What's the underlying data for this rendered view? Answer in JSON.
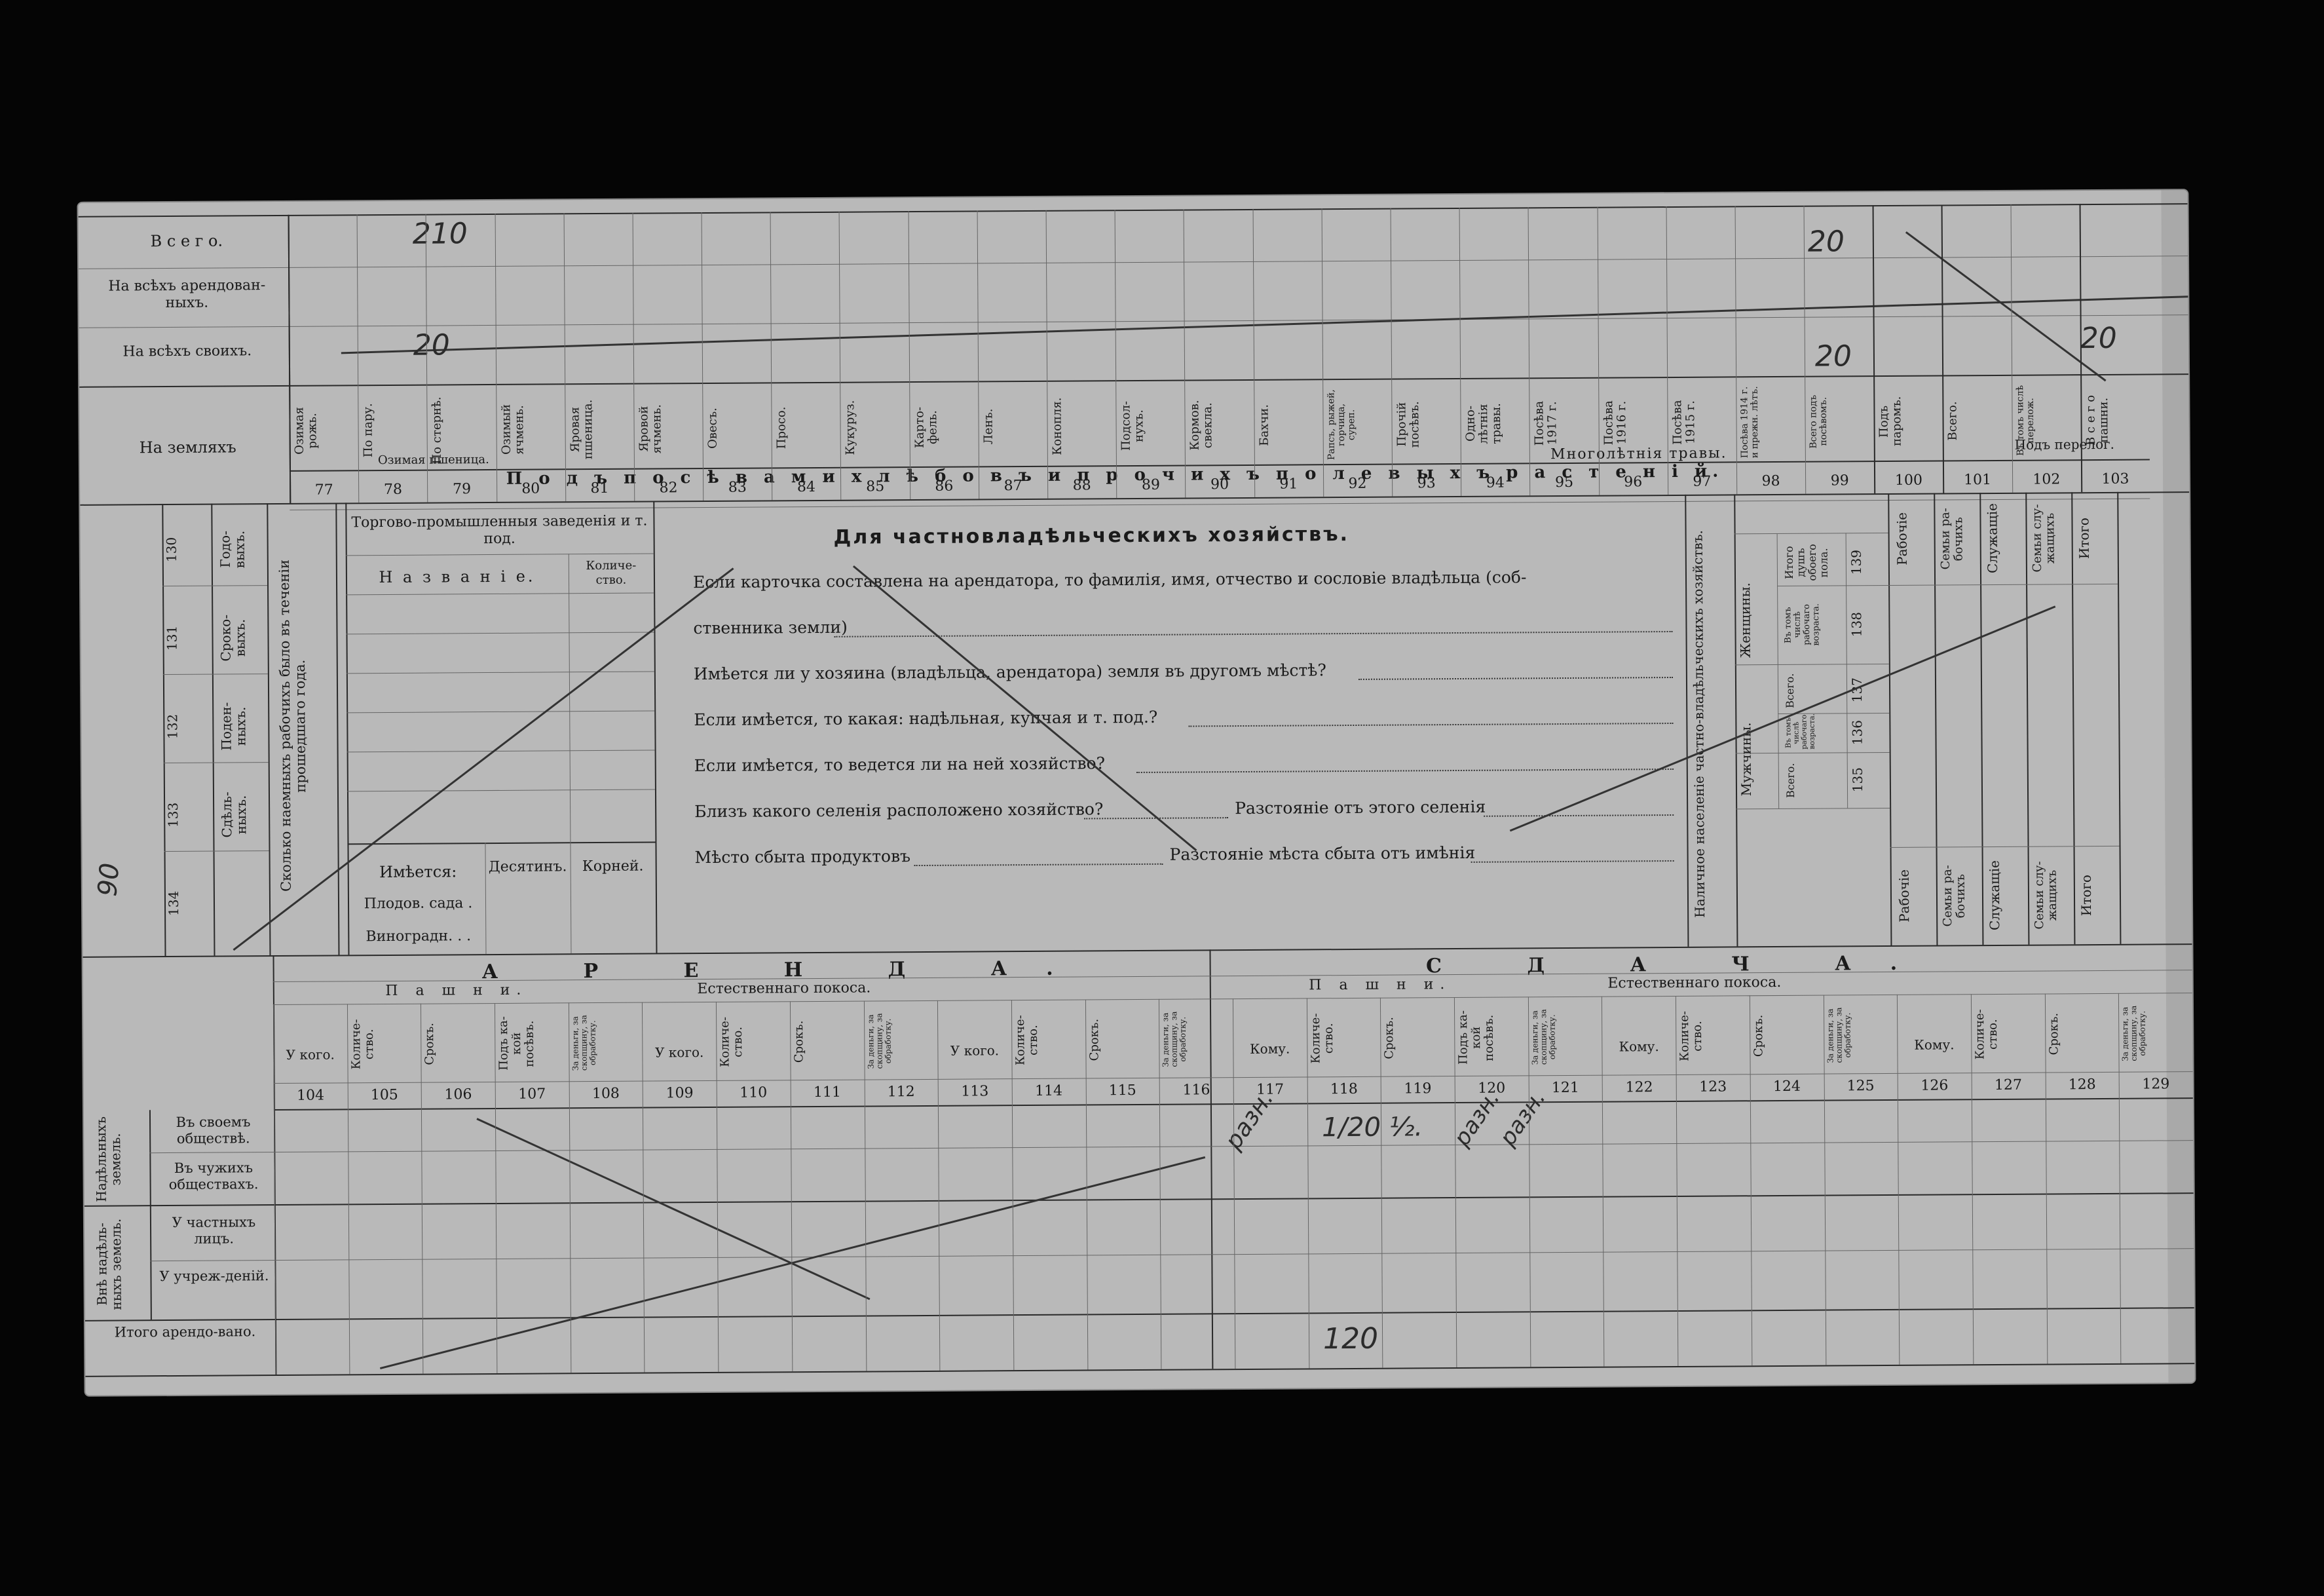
{
  "top_rows": {
    "vsego": "В с е г о.",
    "arend": "На всѣхъ арендован-\nныхъ.",
    "svoi": "На всѣхъ своихъ.",
    "na_zemlyakh": "На земляхъ"
  },
  "crop_headers": [
    {
      "label": "Озимая рожь.",
      "num": "77"
    },
    {
      "label": "По пару.",
      "num": "78"
    },
    {
      "label": "По стернѣ.",
      "num": "79"
    },
    {
      "label": "Озимый ячмень.",
      "num": "80"
    },
    {
      "label": "Яровая пшеница.",
      "num": "81"
    },
    {
      "label": "Яровой ячмень.",
      "num": "82"
    },
    {
      "label": "Овесъ.",
      "num": "83"
    },
    {
      "label": "Просо.",
      "num": "84"
    },
    {
      "label": "Кукуруз.",
      "num": "85"
    },
    {
      "label": "Карто-фель.",
      "num": "86"
    },
    {
      "label": "Ленъ.",
      "num": "87"
    },
    {
      "label": "Конопля.",
      "num": "88"
    },
    {
      "label": "Подсол-нухъ.",
      "num": "89"
    },
    {
      "label": "Кормов. свекла.",
      "num": "90"
    },
    {
      "label": "Бахчи.",
      "num": "91"
    },
    {
      "label": "Рапсъ, рыжей, горчица, суреп.",
      "num": "92"
    },
    {
      "label": "Прочій посѣвъ.",
      "num": "93"
    },
    {
      "label": "Одно-лѣтнія травы.",
      "num": "94"
    },
    {
      "label": "Посѣва 1917 г.",
      "num": "95"
    },
    {
      "label": "Посѣва 1916 г.",
      "num": "96"
    },
    {
      "label": "Посѣва 1915 г.",
      "num": "97"
    },
    {
      "label": "Посѣва 1914 г. и прежн. лѣтъ.",
      "num": "98"
    },
    {
      "label": "Всего подъ посѣвомъ.",
      "num": "99"
    },
    {
      "label": "Подъ паромъ.",
      "num": "100"
    },
    {
      "label": "Всего.",
      "num": "101"
    },
    {
      "label": "Въ томъ числѣ перелож.",
      "num": "102"
    },
    {
      "label": "В с е г о пашни.",
      "num": "103"
    }
  ],
  "group_labels": {
    "ozimaya_pshenica": "Озимая пшеница.",
    "mnogoletnie": "Многолѣтнія травы.",
    "pod_perelog": "Подъ перелог.",
    "pod_posevami": "П о д ъ   п о с ѣ в а м и   х л ѣ б о в ъ   и   п р о ч и х ъ   п о л е в ы х ъ   р а с т е н і й."
  },
  "left_block": {
    "cols": [
      {
        "num": "130",
        "label": "Годо-выхъ."
      },
      {
        "num": "131",
        "label": "Сроко-выхъ."
      },
      {
        "num": "132",
        "label": "Поден-ныхъ."
      },
      {
        "num": "133",
        "label": "Сдѣль-ныхъ."
      },
      {
        "num": "134",
        "label": ""
      }
    ],
    "workers_label": "Сколько наемныхъ рабочихъ было въ теченіи прошедшаго года."
  },
  "trade_block": {
    "title": "Торгово-промышленныя заведенія и т. под.",
    "name": "Н а з в а н і е.",
    "qty": "Количе-ство.",
    "imeetsya": "Имѣется:",
    "desyatin": "Десятинъ.",
    "korney": "Корней.",
    "sad": "Плодов. сада .",
    "vinograd": "Виноградн. . ."
  },
  "info_block": {
    "title": "Для частновладѣльческихъ хозяйствъ.",
    "line1": "Если карточка составлена на арендатора, то фамилія, имя, отчество и сословіе владѣльца (соб-",
    "line2": "ственника земли)",
    "line3": "Имѣется ли у хозяина (владѣльца, арендатора) земля въ другомъ мѣстѣ?",
    "line4": "Если имѣется, то какая: надѣльная, купчая и т. под.?",
    "line5": "Если имѣется, то ведется ли на ней хозяйство?",
    "line6a": "Близъ какого селенія расположено хозяйство?",
    "line6b": "Разстояніе отъ этого селенія",
    "line7a": "Мѣсто сбыта продуктовъ",
    "line7b": "Разстояніе мѣста сбыта отъ имѣнія"
  },
  "population_block": {
    "label": "Наличное населеніе частно-владѣльческихъ хозяйствъ.",
    "muzhchiny": "Мужчины.",
    "zhenshchiny": "Женщины.",
    "vsego": "Всего.",
    "v_tom": "Въ томъ числѣ рабочаго возраста.",
    "itogo_dush": "Итого душъ обоего пола.",
    "nums": [
      "135",
      "136",
      "137",
      "138",
      "139"
    ],
    "right_cols": [
      "Рабочіе",
      "Семьи ра-бочихъ",
      "Служащіе",
      "Семьи слу-жащихъ",
      "Итого"
    ]
  },
  "arenda": {
    "title": "А Р Е Н Д А.",
    "sdacha": "С Д А Ч А.",
    "pashni": "П а ш н и.",
    "pokos": "Естественнаго покоса.",
    "u_kogo": "У кого.",
    "komu": "Кому.",
    "kolichestvo": "Количе-ство.",
    "srok": "Срокъ.",
    "pod_posev": "Подъ ка-кой посѣвъ.",
    "za_dengi": "За деньги, за скопщину, за обработку.",
    "nums": [
      "104",
      "105",
      "106",
      "107",
      "108",
      "109",
      "110",
      "111",
      "112",
      "113",
      "114",
      "115",
      "116",
      "117",
      "118",
      "119",
      "120",
      "121",
      "122",
      "123",
      "124",
      "125",
      "126",
      "127",
      "128",
      "129"
    ],
    "row_groups": {
      "nadel": "Надѣльныхъ земель.",
      "vne": "Внѣ надѣль-ныхъ земель."
    },
    "rows": [
      "Въ своемъ обществѣ.",
      "Въ чужихъ обществахъ.",
      "У частныхъ лицъ.",
      "У учреж-деній.",
      "Итого арендо-вано."
    ]
  },
  "handwriting": {
    "v1": "210",
    "v2": "20",
    "v3": "20",
    "v4": "20",
    "v5": "20",
    "r1": "разн.",
    "r2": "1/20 ½.",
    "r3": "разн.",
    "r4": "разн.",
    "total": "120",
    "margin": "90"
  }
}
